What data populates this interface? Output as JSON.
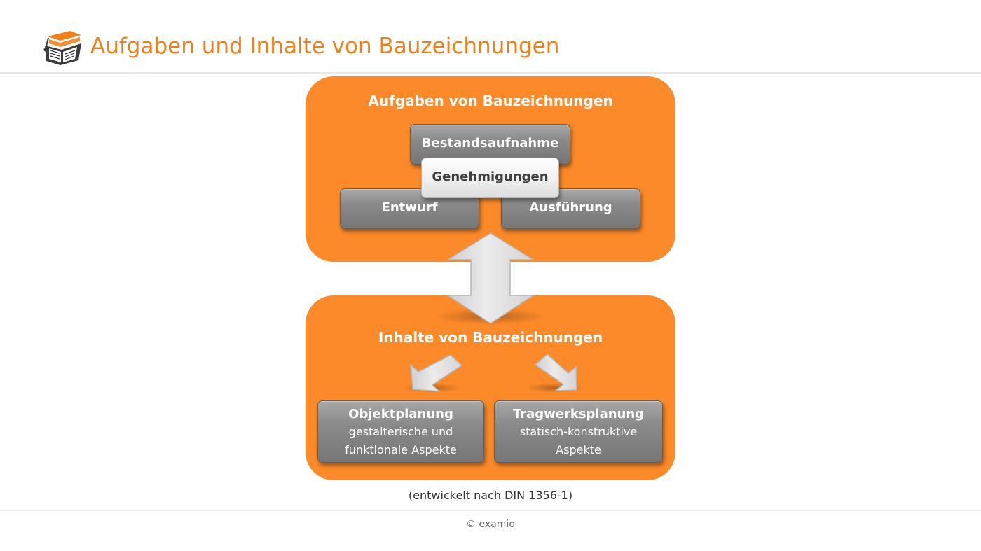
{
  "header": {
    "title": "Aufgaben und Inhalte von Bauzeichnungen",
    "logo_icon": "graduation-cap-book-icon"
  },
  "diagram": {
    "top_panel": {
      "title": "Aufgaben von Bauzeichnungen",
      "items": {
        "bestandsaufnahme": "Bestandsaufnahme",
        "genehmigungen": "Genehmigungen",
        "entwurf": "Entwurf",
        "ausfuehrung": "Ausführung"
      }
    },
    "connector_icon": "double-headed-vertical-arrow-icon",
    "bottom_panel": {
      "title": "Inhalte von Bauzeichnungen",
      "left_arrow_icon": "diagonal-down-left-arrow-icon",
      "right_arrow_icon": "diagonal-down-right-arrow-icon",
      "objektplanung": {
        "title": "Objektplanung",
        "line1": "gestalterische und",
        "line2": "funktionale Aspekte"
      },
      "tragwerksplanung": {
        "title": "Tragwerksplanung",
        "line1": "statisch-konstruktive",
        "line2": "Aspekte"
      }
    },
    "caption": "(entwickelt nach DIN 1356-1)"
  },
  "footer": {
    "copyright": "© examio"
  },
  "colors": {
    "accent": "#f07f17",
    "panel": "#fd8a29",
    "box_gray": "#8a8a8a",
    "box_white": "#f0f0f0",
    "arrow_fill": "#e0e0e0"
  }
}
